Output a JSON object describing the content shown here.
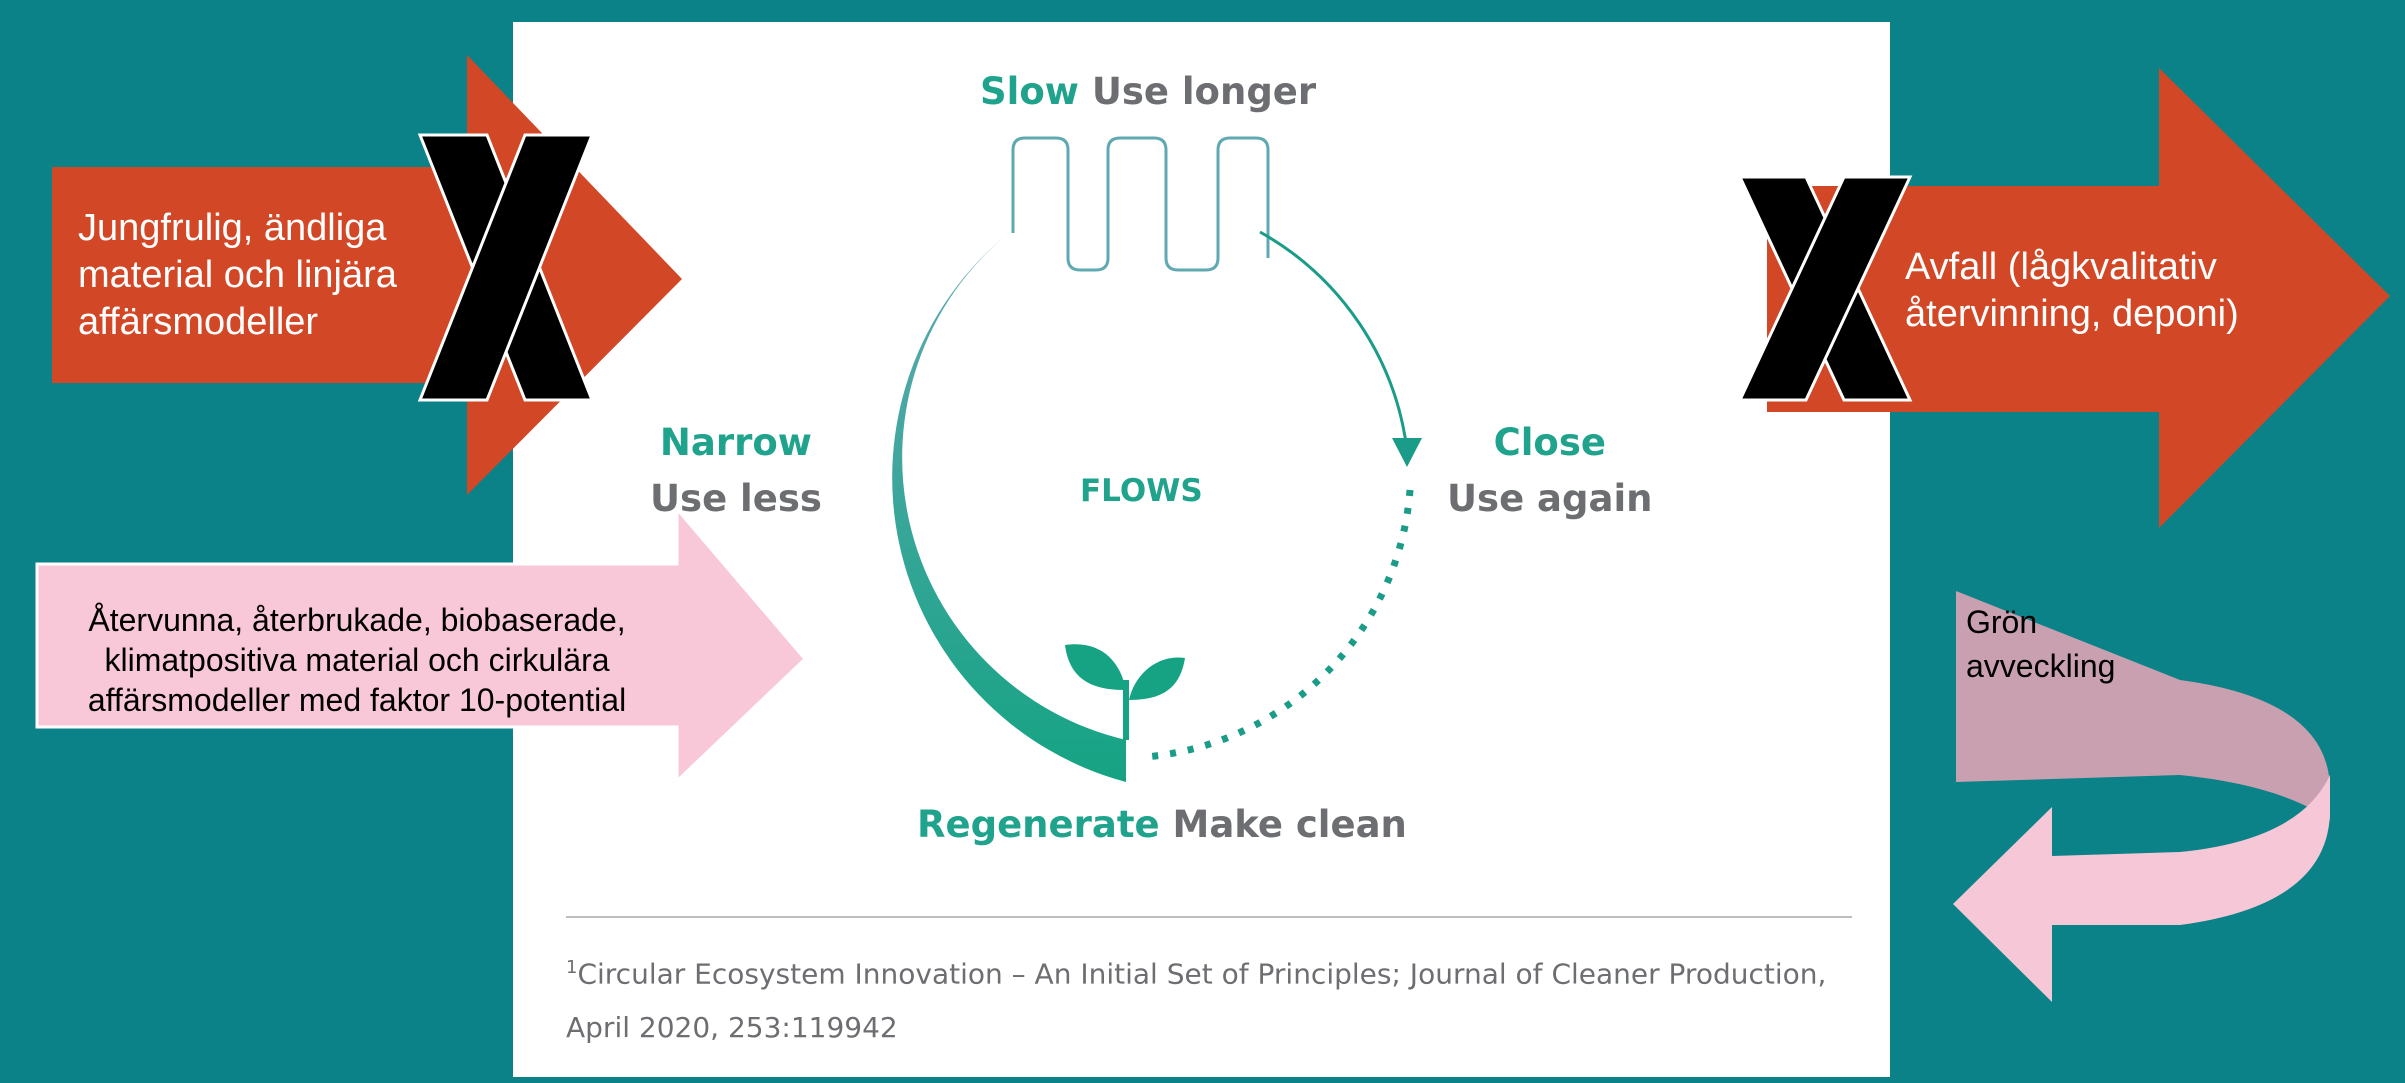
{
  "colors": {
    "background": "#0a8288",
    "panel": "#ffffff",
    "teal_accent": "#1fa38c",
    "grey_text": "#6d6e71",
    "red_arrow": "#d24726",
    "pink_arrow": "#f8c8d8",
    "mauve_arrow": "#c9a0b0",
    "x_mark": "#000000"
  },
  "diagram": {
    "top_label": {
      "teal": "Slow",
      "grey": "Use longer"
    },
    "left_label": {
      "teal": "Narrow",
      "grey": "Use less"
    },
    "right_label": {
      "teal": "Close",
      "grey": "Use again"
    },
    "bottom_label": {
      "teal": "Regenerate",
      "grey": "Make clean"
    },
    "center_label": "FLOWS"
  },
  "arrows": {
    "input_crossed": {
      "lines": [
        "Jungfrulig, ändliga",
        "material och linjära",
        "affärsmodeller"
      ],
      "icon": "x-mark-icon"
    },
    "output_crossed": {
      "lines": [
        "Avfall (lågkvalitativ",
        "återvinning, deponi)"
      ],
      "icon": "x-mark-icon"
    },
    "input_new": {
      "lines": [
        "Återvunna, återbrukade, biobaserade,",
        "klimatpositiva material och cirkulära",
        "affärsmodeller med faktor 10-potential"
      ]
    },
    "phase_out": {
      "lines": [
        "Grön",
        "avveckling"
      ]
    }
  },
  "citation": {
    "superscript": "1",
    "line1": "Circular Ecosystem Innovation – An Initial Set of Principles; Journal of Cleaner Production,",
    "line2": "April 2020, 253:119942"
  }
}
